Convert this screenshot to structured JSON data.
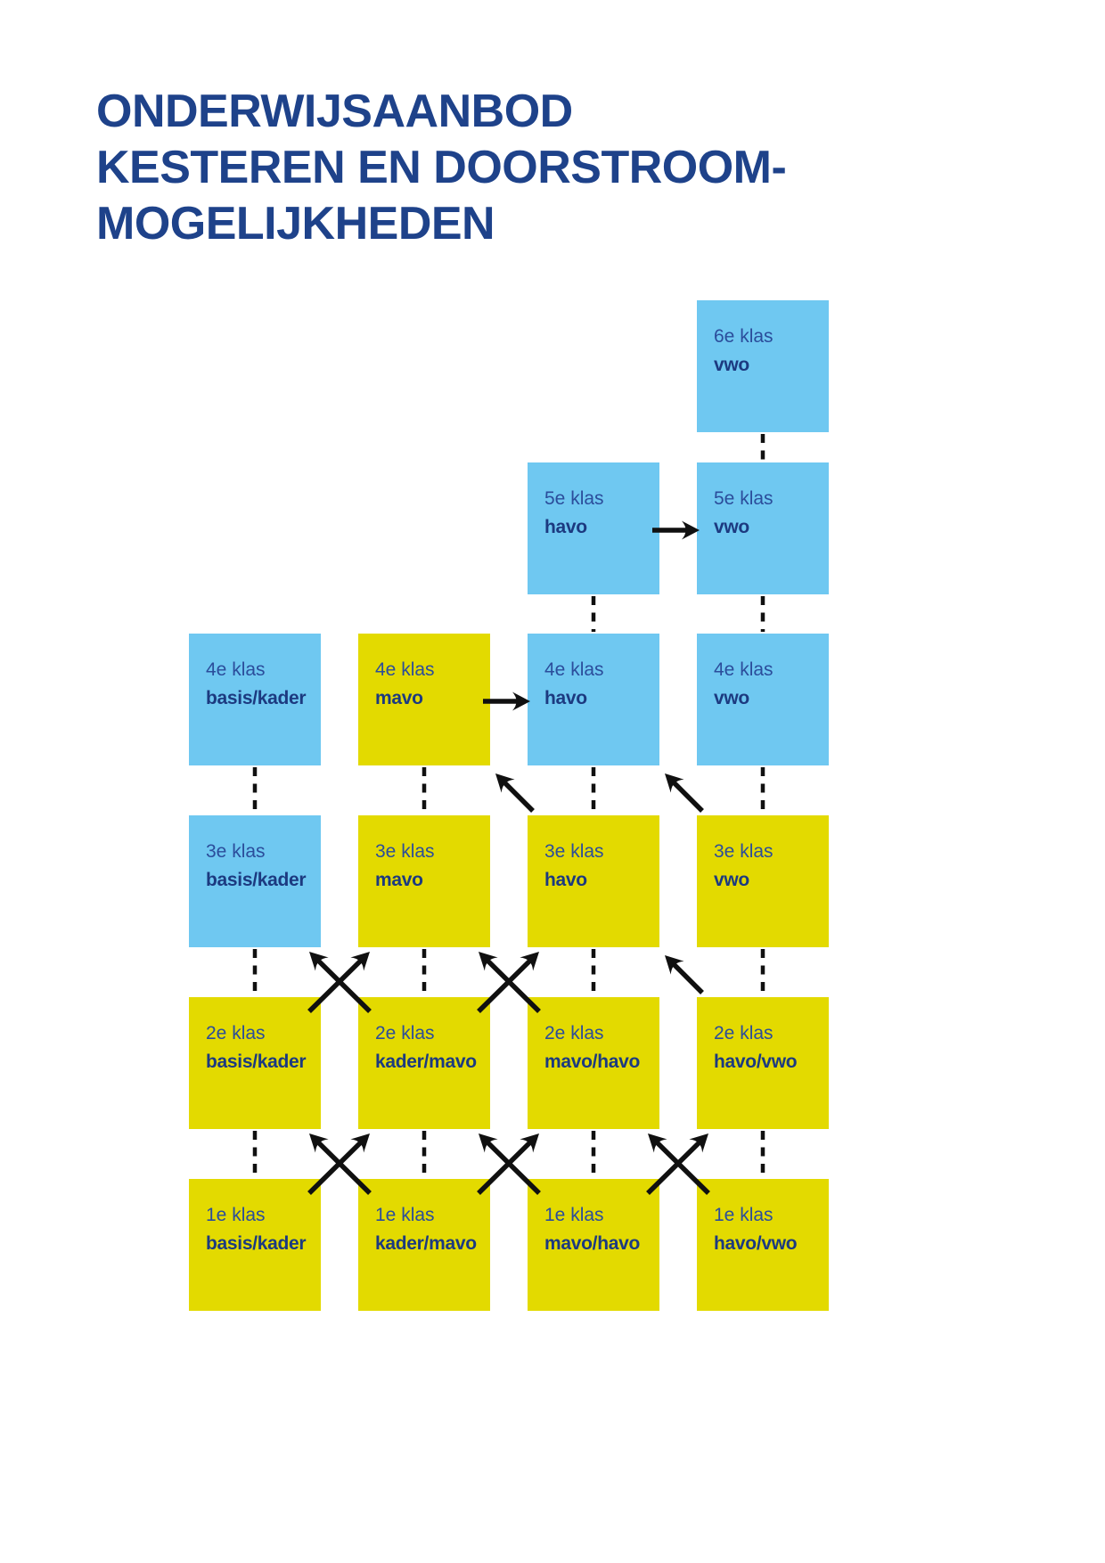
{
  "page": {
    "title_lines": [
      "ONDERWIJSAANBOD",
      "KESTEREN EN DOORSTROOM-",
      "MOGELIJKHEDEN"
    ]
  },
  "colors": {
    "background": "#ffffff",
    "blue_box": "#6fc8f1",
    "yellow_box": "#e3da00",
    "title_text": "#1e428a",
    "label_text": "#2b4d9b",
    "label_bold_text": "#1c3a80",
    "connector": "#101010"
  },
  "diagram": {
    "boxes": [
      {
        "id": "6e-vwo",
        "col": 4,
        "row": 6,
        "color": "blue",
        "line1": "6e klas",
        "line2": "vwo"
      },
      {
        "id": "5e-havo",
        "col": 3,
        "row": 5,
        "color": "blue",
        "line1": "5e klas",
        "line2": "havo"
      },
      {
        "id": "5e-vwo",
        "col": 4,
        "row": 5,
        "color": "blue",
        "line1": "5e klas",
        "line2": "vwo"
      },
      {
        "id": "4e-basis-kader",
        "col": 1,
        "row": 4,
        "color": "blue",
        "line1": "4e klas",
        "line2": "basis/kader"
      },
      {
        "id": "4e-mavo",
        "col": 2,
        "row": 4,
        "color": "yellow",
        "line1": "4e klas",
        "line2": "mavo"
      },
      {
        "id": "4e-havo",
        "col": 3,
        "row": 4,
        "color": "blue",
        "line1": "4e klas",
        "line2": "havo"
      },
      {
        "id": "4e-vwo",
        "col": 4,
        "row": 4,
        "color": "blue",
        "line1": "4e klas",
        "line2": "vwo"
      },
      {
        "id": "3e-basis-kader",
        "col": 1,
        "row": 3,
        "color": "blue",
        "line1": "3e klas",
        "line2": "basis/kader"
      },
      {
        "id": "3e-mavo",
        "col": 2,
        "row": 3,
        "color": "yellow",
        "line1": "3e klas",
        "line2": "mavo"
      },
      {
        "id": "3e-havo",
        "col": 3,
        "row": 3,
        "color": "yellow",
        "line1": "3e klas",
        "line2": "havo"
      },
      {
        "id": "3e-vwo",
        "col": 4,
        "row": 3,
        "color": "yellow",
        "line1": "3e klas",
        "line2": "vwo"
      },
      {
        "id": "2e-basis-kader",
        "col": 1,
        "row": 2,
        "color": "yellow",
        "line1": "2e klas",
        "line2": "basis/kader"
      },
      {
        "id": "2e-kader-mavo",
        "col": 2,
        "row": 2,
        "color": "yellow",
        "line1": "2e klas",
        "line2": "kader/mavo"
      },
      {
        "id": "2e-mavo-havo",
        "col": 3,
        "row": 2,
        "color": "yellow",
        "line1": "2e klas",
        "line2": "mavo/havo"
      },
      {
        "id": "2e-havo-vwo",
        "col": 4,
        "row": 2,
        "color": "yellow",
        "line1": "2e klas",
        "line2": "havo/vwo"
      },
      {
        "id": "1e-basis-kader",
        "col": 1,
        "row": 1,
        "color": "yellow",
        "line1": "1e klas",
        "line2": "basis/kader"
      },
      {
        "id": "1e-kader-mavo",
        "col": 2,
        "row": 1,
        "color": "yellow",
        "line1": "1e klas",
        "line2": "kader/mavo"
      },
      {
        "id": "1e-mavo-havo",
        "col": 3,
        "row": 1,
        "color": "yellow",
        "line1": "1e klas",
        "line2": "mavo/havo"
      },
      {
        "id": "1e-havo-vwo",
        "col": 4,
        "row": 1,
        "color": "yellow",
        "line1": "1e klas",
        "line2": "havo/vwo"
      }
    ],
    "vertical_links": [
      {
        "col": 1,
        "upper": 4,
        "lower": 3
      },
      {
        "col": 1,
        "upper": 3,
        "lower": 2
      },
      {
        "col": 1,
        "upper": 2,
        "lower": 1
      },
      {
        "col": 2,
        "upper": 4,
        "lower": 3
      },
      {
        "col": 2,
        "upper": 3,
        "lower": 2
      },
      {
        "col": 2,
        "upper": 2,
        "lower": 1
      },
      {
        "col": 3,
        "upper": 5,
        "lower": 4
      },
      {
        "col": 3,
        "upper": 4,
        "lower": 3
      },
      {
        "col": 3,
        "upper": 3,
        "lower": 2
      },
      {
        "col": 3,
        "upper": 2,
        "lower": 1
      },
      {
        "col": 4,
        "upper": 6,
        "lower": 5
      },
      {
        "col": 4,
        "upper": 5,
        "lower": 4
      },
      {
        "col": 4,
        "upper": 4,
        "lower": 3
      },
      {
        "col": 4,
        "upper": 3,
        "lower": 2
      },
      {
        "col": 4,
        "upper": 2,
        "lower": 1
      }
    ],
    "right_arrows": [
      {
        "row": 5,
        "from_col": 3,
        "to_col": 4
      },
      {
        "row": 4,
        "from_col": 2,
        "to_col": 3
      }
    ],
    "up_left_arrows": [
      {
        "gap_rows": [
          4,
          3
        ],
        "gap_cols": [
          2,
          3
        ]
      },
      {
        "gap_rows": [
          4,
          3
        ],
        "gap_cols": [
          3,
          4
        ]
      },
      {
        "gap_rows": [
          3,
          2
        ],
        "gap_cols": [
          3,
          4
        ]
      }
    ],
    "cross_arrows": [
      {
        "gap_rows": [
          3,
          2
        ],
        "gap_cols": [
          1,
          2
        ]
      },
      {
        "gap_rows": [
          3,
          2
        ],
        "gap_cols": [
          2,
          3
        ]
      },
      {
        "gap_rows": [
          2,
          1
        ],
        "gap_cols": [
          1,
          2
        ]
      },
      {
        "gap_rows": [
          2,
          1
        ],
        "gap_cols": [
          2,
          3
        ]
      },
      {
        "gap_rows": [
          2,
          1
        ],
        "gap_cols": [
          3,
          4
        ]
      }
    ]
  }
}
